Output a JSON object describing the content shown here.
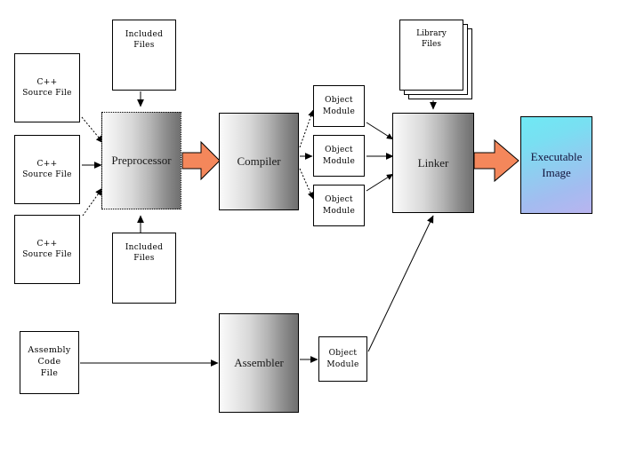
{
  "diagram": {
    "title": "C++ build process diagram",
    "colors": {
      "arrow_orange": "#f4875b",
      "arrow_orange_border": "#000000",
      "process_gradient_light": "#fbfbfb",
      "process_gradient_dark": "#6f6f6f",
      "executable_gradient_top": "#6fe9f4",
      "executable_gradient_bottom": "#b9b4ef",
      "line": "#000000",
      "background": "#ffffff"
    },
    "nodes": {
      "source_file_1": "C++\nSource File",
      "source_file_2": "C++\nSource File",
      "source_file_3": "C++\nSource File",
      "included_files_top": "Included\nFiles",
      "included_files_bottom": "Included\nFiles",
      "preprocessor": "Preprocessor",
      "compiler": "Compiler",
      "object_module_1": "Object\nModule",
      "object_module_2": "Object\nModule",
      "object_module_3": "Object\nModule",
      "library_files": "Library\nFiles",
      "linker": "Linker",
      "executable_image": "Executable\nImage",
      "assembly_code_file": "Assembly\nCode\nFile",
      "assembler": "Assembler",
      "object_module_asm": "Object\nModule"
    },
    "edges": [
      {
        "from": "source_file_1",
        "to": "preprocessor",
        "style": "dotted"
      },
      {
        "from": "source_file_2",
        "to": "preprocessor",
        "style": "solid"
      },
      {
        "from": "source_file_3",
        "to": "preprocessor",
        "style": "dotted"
      },
      {
        "from": "included_files_top",
        "to": "preprocessor",
        "style": "dotted-vertical"
      },
      {
        "from": "included_files_bottom",
        "to": "preprocessor",
        "style": "dotted-vertical"
      },
      {
        "from": "preprocessor",
        "to": "compiler",
        "style": "block-arrow-orange"
      },
      {
        "from": "compiler",
        "to": "object_module_1",
        "style": "dotted"
      },
      {
        "from": "compiler",
        "to": "object_module_2",
        "style": "solid"
      },
      {
        "from": "compiler",
        "to": "object_module_3",
        "style": "dotted"
      },
      {
        "from": "object_module_1",
        "to": "linker",
        "style": "solid"
      },
      {
        "from": "object_module_2",
        "to": "linker",
        "style": "solid"
      },
      {
        "from": "object_module_3",
        "to": "linker",
        "style": "solid"
      },
      {
        "from": "library_files",
        "to": "linker",
        "style": "solid-vertical"
      },
      {
        "from": "linker",
        "to": "executable_image",
        "style": "block-arrow-orange"
      },
      {
        "from": "assembly_code_file",
        "to": "assembler",
        "style": "solid"
      },
      {
        "from": "assembler",
        "to": "object_module_asm",
        "style": "solid"
      },
      {
        "from": "object_module_asm",
        "to": "linker",
        "style": "solid-diagonal"
      }
    ]
  }
}
